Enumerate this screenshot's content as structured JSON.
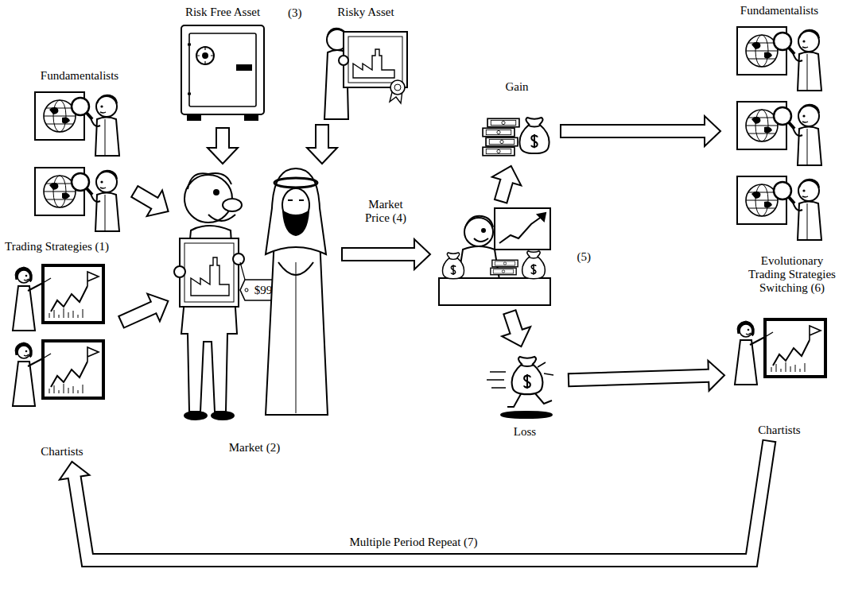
{
  "diagram": {
    "nodes": [
      {
        "text": [
          "Risk Free Asset"
        ]
      },
      {
        "text": [
          "Risky Asset"
        ]
      },
      {
        "text": [
          "Fundamentalists"
        ]
      },
      {
        "text": [
          "Chartists"
        ]
      },
      {
        "text": [
          "Market (2)"
        ]
      },
      {
        "text": [
          "(5)"
        ]
      },
      {
        "text": [
          "Gain"
        ]
      },
      {
        "text": [
          "Loss"
        ]
      },
      {
        "text": [
          "Fundamentalists"
        ]
      },
      {
        "text": [
          "Chartists"
        ]
      }
    ],
    "edges": [
      {
        "from": 0,
        "to": 4,
        "arrow": "to"
      },
      {
        "from": 1,
        "to": 4,
        "arrow": "to"
      },
      {
        "from": 2,
        "to": 4,
        "arrow": "to"
      },
      {
        "from": 3,
        "to": 4,
        "arrow": "to"
      },
      {
        "from": 4,
        "to": 5,
        "label": "Market Price (4)",
        "arrow": "to"
      },
      {
        "from": 5,
        "to": 6,
        "arrow": "to"
      },
      {
        "from": 5,
        "to": 7,
        "arrow": "to"
      },
      {
        "from": 6,
        "to": 8,
        "arrow": "to"
      },
      {
        "from": 7,
        "to": 9,
        "arrow": "to"
      },
      {
        "from": 9,
        "to": 3,
        "label": "Multiple Period Repeat (7)",
        "arrow": "to"
      }
    ],
    "labels": [
      "(3)",
      "Trading Strategies (1)",
      "Evolutionary Trading Strategies Switching (6)",
      "$99"
    ]
  }
}
